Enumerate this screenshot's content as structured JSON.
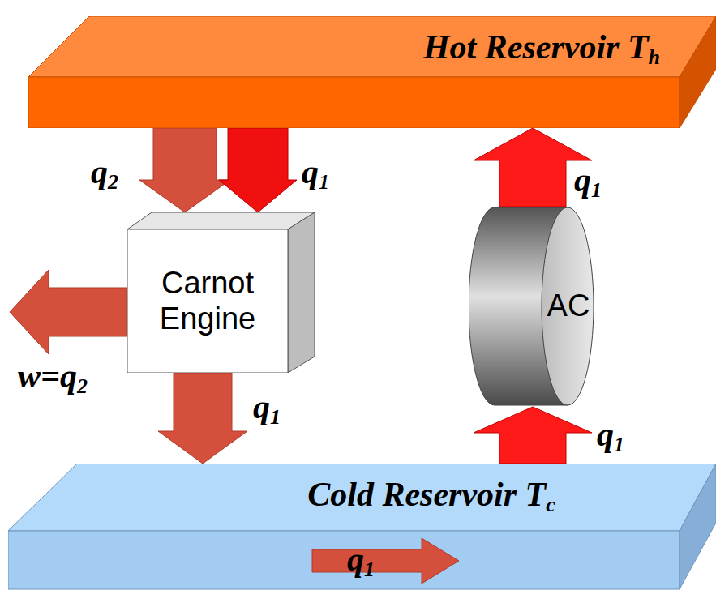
{
  "diagram": {
    "nodes": [
      {
        "text": [
          "Hot Reservoir Th"
        ]
      },
      {
        "text": [
          "Carnot Engine"
        ]
      },
      {
        "text": [
          "AC"
        ]
      },
      {
        "text": [
          "Cold Reservoir Tc"
        ]
      }
    ],
    "edges": [
      {
        "from": 0,
        "to": 1,
        "label": "q2",
        "arrow": "to"
      },
      {
        "from": 0,
        "to": 1,
        "label": "q1",
        "arrow": "to"
      },
      {
        "from": 1,
        "to": 3,
        "label": "q1",
        "arrow": "to"
      },
      {
        "from": 3,
        "to": 2,
        "label": "q1",
        "arrow": "to"
      },
      {
        "from": 2,
        "to": 0,
        "label": "q1",
        "arrow": "to"
      }
    ],
    "labels": [
      "w=q2",
      "q1"
    ]
  }
}
